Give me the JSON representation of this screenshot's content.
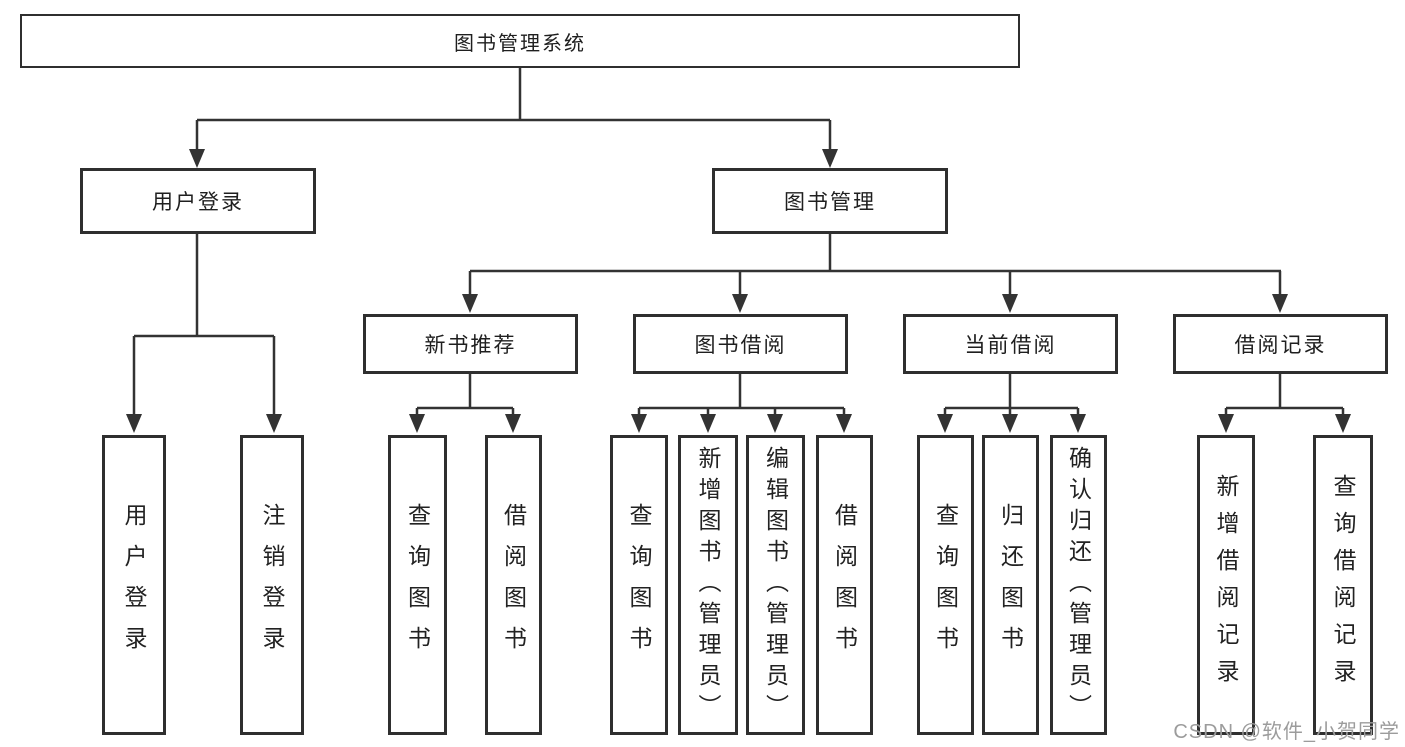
{
  "tree": {
    "root": {
      "label": "图书管理系统",
      "children": {
        "user_login": {
          "label": "用户登录",
          "children": {
            "login": {
              "label": "用户登录"
            },
            "logout": {
              "label": "注销登录"
            }
          }
        },
        "book_management": {
          "label": "图书管理",
          "children": {
            "new_books": {
              "label": "新书推荐",
              "children": {
                "query": {
                  "label": "查询图书"
                },
                "borrow": {
                  "label": "借阅图书"
                }
              }
            },
            "book_borrowing": {
              "label": "图书借阅",
              "children": {
                "query": {
                  "label": "查询图书"
                },
                "add": {
                  "label": "新增图书（管理员）"
                },
                "edit": {
                  "label": "编辑图书（管理员）"
                },
                "borrow": {
                  "label": "借阅图书"
                }
              }
            },
            "current_borrowing": {
              "label": "当前借阅",
              "children": {
                "query": {
                  "label": "查询图书"
                },
                "return": {
                  "label": "归还图书"
                },
                "confirm_return": {
                  "label": "确认归还（管理员）"
                }
              }
            },
            "borrowing_records": {
              "label": "借阅记录",
              "children": {
                "add": {
                  "label": "新增借阅记录"
                },
                "query": {
                  "label": "查询借阅记录"
                }
              }
            }
          }
        }
      }
    }
  },
  "watermark": {
    "text": "CSDN @软件_小贺同学"
  },
  "colors": {
    "line": "#333333",
    "box_border": "#2f2f2f",
    "text": "#1f1f1f",
    "watermark": "#9c9c9c",
    "background": "#ffffff"
  }
}
